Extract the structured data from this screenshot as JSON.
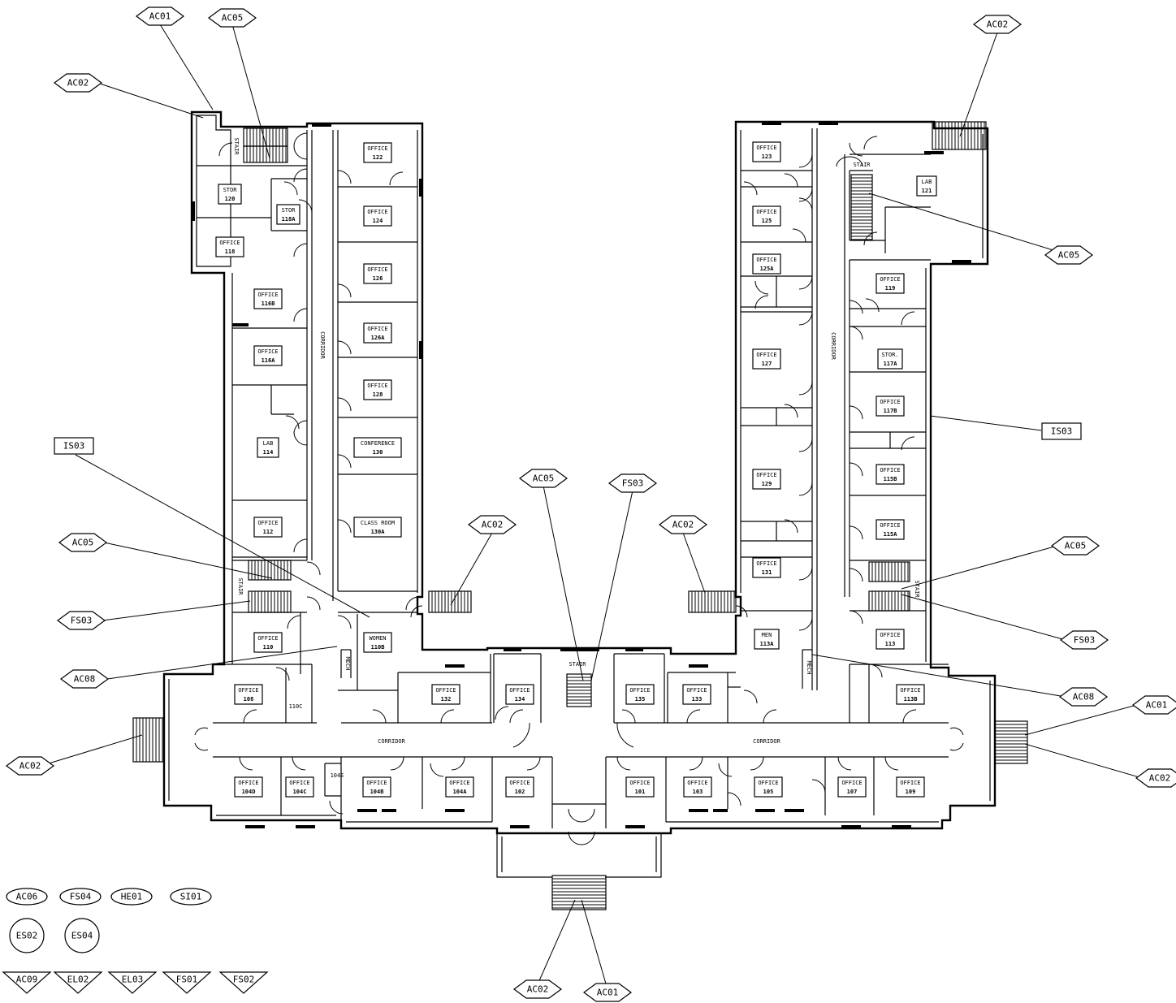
{
  "rooms": [
    {
      "label": "OFFICE",
      "number": "122"
    },
    {
      "label": "OFFICE",
      "number": "124"
    },
    {
      "label": "OFFICE",
      "number": "126"
    },
    {
      "label": "OFFICE",
      "number": "126A"
    },
    {
      "label": "OFFICE",
      "number": "128"
    },
    {
      "label": "CONFERENCE",
      "number": "130"
    },
    {
      "label": "CLASS ROOM",
      "number": "130A"
    },
    {
      "label": "STOR",
      "number": "120"
    },
    {
      "label": "STOR",
      "number": "118A"
    },
    {
      "label": "OFFICE",
      "number": "118"
    },
    {
      "label": "OFFICE",
      "number": "116B"
    },
    {
      "label": "OFFICE",
      "number": "116A"
    },
    {
      "label": "LAB",
      "number": "114"
    },
    {
      "label": "OFFICE",
      "number": "112"
    },
    {
      "label": "OFFICE",
      "number": "110"
    },
    {
      "label": "WOMEN",
      "number": "110B"
    },
    {
      "label": "OFFICE",
      "number": "108"
    },
    {
      "label": "OFFICE",
      "number": "132"
    },
    {
      "label": "OFFICE",
      "number": "134"
    },
    {
      "label": "OFFICE",
      "number": "135"
    },
    {
      "label": "OFFICE",
      "number": "133"
    },
    {
      "label": "OFFICE",
      "number": "104D"
    },
    {
      "label": "OFFICE",
      "number": "104C"
    },
    {
      "label": "OFFICE",
      "number": "104B"
    },
    {
      "label": "OFFICE",
      "number": "104A"
    },
    {
      "label": "OFFICE",
      "number": "102"
    },
    {
      "label": "OFFICE",
      "number": "101"
    },
    {
      "label": "OFFICE",
      "number": "103"
    },
    {
      "label": "OFFICE",
      "number": "105"
    },
    {
      "label": "OFFICE",
      "number": "107"
    },
    {
      "label": "OFFICE",
      "number": "109"
    },
    {
      "label": "OFFICE",
      "number": "123"
    },
    {
      "label": "OFFICE",
      "number": "125"
    },
    {
      "label": "OFFICE",
      "number": "125A"
    },
    {
      "label": "OFFICE",
      "number": "127"
    },
    {
      "label": "OFFICE",
      "number": "129"
    },
    {
      "label": "OFFICE",
      "number": "131"
    },
    {
      "label": "MEN",
      "number": "113A"
    },
    {
      "label": "LAB",
      "number": "121"
    },
    {
      "label": "OFFICE",
      "number": "119"
    },
    {
      "label": "STOR.",
      "number": "117A"
    },
    {
      "label": "OFFICE",
      "number": "117B"
    },
    {
      "label": "OFFICE",
      "number": "115B"
    },
    {
      "label": "OFFICE",
      "number": "115A"
    },
    {
      "label": "OFFICE",
      "number": "113"
    },
    {
      "label": "OFFICE",
      "number": "113B"
    }
  ],
  "plain_labels": [
    "110C",
    "104E",
    "CORRIDOR",
    "CORRIDOR",
    "CORRIDOR",
    "CORRIDOR",
    "STAIR",
    "STAIR",
    "STAIR",
    "STAIR",
    "STAIR",
    "MECH",
    "MECH"
  ],
  "tags": [
    {
      "code": "AC01",
      "shape": "diamond"
    },
    {
      "code": "AC05",
      "shape": "diamond"
    },
    {
      "code": "AC02",
      "shape": "diamond"
    },
    {
      "code": "AC02",
      "shape": "diamond"
    },
    {
      "code": "AC05",
      "shape": "diamond"
    },
    {
      "code": "IS03",
      "shape": "rect"
    },
    {
      "code": "AC05",
      "shape": "diamond"
    },
    {
      "code": "FS03",
      "shape": "diamond"
    },
    {
      "code": "AC02",
      "shape": "diamond"
    },
    {
      "code": "IS03",
      "shape": "rect"
    },
    {
      "code": "AC05",
      "shape": "diamond"
    },
    {
      "code": "FS03",
      "shape": "diamond"
    },
    {
      "code": "AC08",
      "shape": "diamond"
    },
    {
      "code": "AC02",
      "shape": "diamond"
    },
    {
      "code": "AC05",
      "shape": "diamond"
    },
    {
      "code": "FS03",
      "shape": "diamond"
    },
    {
      "code": "AC08",
      "shape": "diamond"
    },
    {
      "code": "AC01",
      "shape": "diamond"
    },
    {
      "code": "AC02",
      "shape": "diamond"
    },
    {
      "code": "AC02",
      "shape": "diamond"
    },
    {
      "code": "AC02",
      "shape": "diamond"
    },
    {
      "code": "AC01",
      "shape": "diamond"
    }
  ],
  "legend": [
    {
      "code": "AC06",
      "shape": "oval"
    },
    {
      "code": "FS04",
      "shape": "oval"
    },
    {
      "code": "HE01",
      "shape": "oval"
    },
    {
      "code": "SI01",
      "shape": "oval"
    },
    {
      "code": "ES02",
      "shape": "circle"
    },
    {
      "code": "ES04",
      "shape": "circle"
    },
    {
      "code": "AC09",
      "shape": "triangle"
    },
    {
      "code": "EL02",
      "shape": "triangle"
    },
    {
      "code": "EL03",
      "shape": "triangle"
    },
    {
      "code": "FS01",
      "shape": "triangle"
    },
    {
      "code": "FS02",
      "shape": "triangle"
    }
  ]
}
